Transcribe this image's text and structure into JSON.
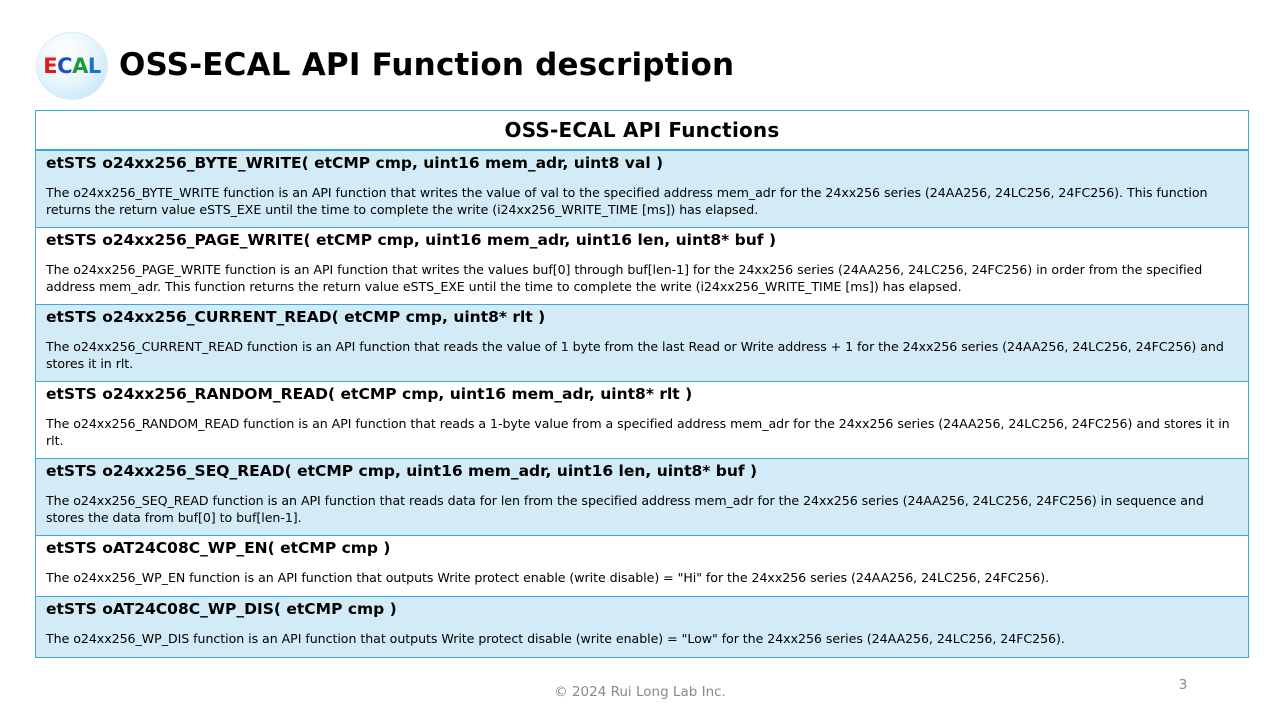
{
  "logo": {
    "letters": [
      "E",
      "C",
      "A",
      "L"
    ],
    "colors": [
      "#e11a1a",
      "#1f4fbf",
      "#1a9b3a",
      "#1f6fd0"
    ]
  },
  "title": "OSS-ECAL API Function description",
  "table": {
    "header": "OSS-ECAL API Functions",
    "border_color": "#3aa8d8",
    "alt_row_color": "#d2ebf6",
    "rows": [
      {
        "signature": "etSTS o24xx256_BYTE_WRITE( etCMP cmp, uint16 mem_adr, uint8 val )",
        "description": "The o24xx256_BYTE_WRITE function is an API function that writes the value of val to the specified address mem_adr for the 24xx256 series (24AA256, 24LC256, 24FC256). This function returns the return value eSTS_EXE until the time to complete the write (i24xx256_WRITE_TIME [ms]) has elapsed."
      },
      {
        "signature": "etSTS o24xx256_PAGE_WRITE( etCMP cmp, uint16 mem_adr, uint16 len, uint8* buf )",
        "description": "The o24xx256_PAGE_WRITE function is an API function that writes the values buf[0] through buf[len-1] for the 24xx256 series (24AA256, 24LC256, 24FC256) in order from the specified address mem_adr. This function returns the return value eSTS_EXE until the time to complete the write (i24xx256_WRITE_TIME [ms]) has elapsed."
      },
      {
        "signature": "etSTS o24xx256_CURRENT_READ( etCMP cmp, uint8* rlt )",
        "description": "The o24xx256_CURRENT_READ function is an API function that reads the value of 1 byte from the last Read or Write address + 1 for the 24xx256 series (24AA256, 24LC256, 24FC256) and stores it in rlt."
      },
      {
        "signature": "etSTS o24xx256_RANDOM_READ( etCMP cmp, uint16 mem_adr, uint8* rlt )",
        "description": "The o24xx256_RANDOM_READ function is an API function that reads a 1-byte value from a specified address mem_adr for the 24xx256 series (24AA256, 24LC256, 24FC256) and stores it in rlt."
      },
      {
        "signature": "etSTS o24xx256_SEQ_READ( etCMP cmp, uint16 mem_adr, uint16 len, uint8* buf )",
        "description": "The o24xx256_SEQ_READ function is an API function that reads data for len from the specified address mem_adr for the 24xx256 series (24AA256, 24LC256, 24FC256) in sequence and stores the data from buf[0] to buf[len-1]."
      },
      {
        "signature": "etSTS oAT24C08C_WP_EN( etCMP cmp )",
        "description": "The o24xx256_WP_EN function is an API function that outputs Write protect enable (write disable) = \"Hi\" for the 24xx256 series (24AA256, 24LC256, 24FC256)."
      },
      {
        "signature": "etSTS oAT24C08C_WP_DIS( etCMP cmp )",
        "description": "The o24xx256_WP_DIS function is an API function that outputs Write protect disable (write enable) = \"Low\" for the 24xx256 series (24AA256, 24LC256, 24FC256)."
      }
    ]
  },
  "footer": {
    "copyright": "© 2024 Rui Long Lab Inc.",
    "page_number": "3"
  }
}
